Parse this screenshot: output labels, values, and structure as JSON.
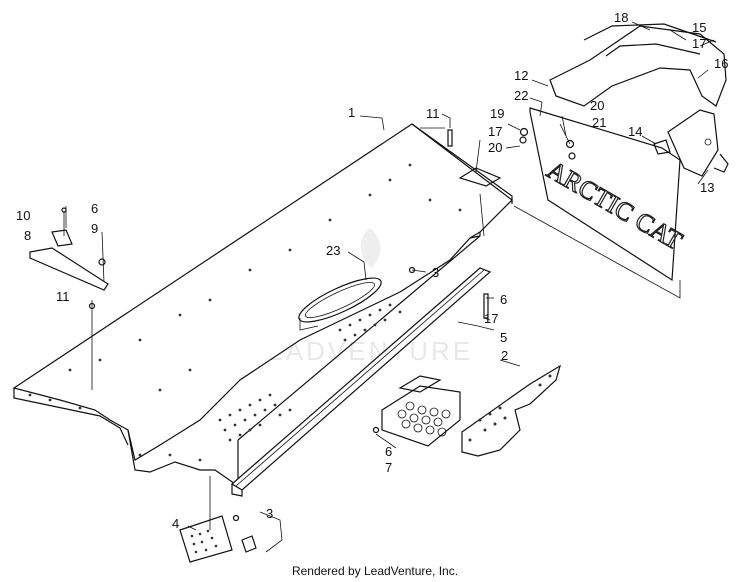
{
  "watermark": "LEADVENTURE",
  "footer": "Rendered by LeadVenture, Inc.",
  "logo_text": "ARCTIC CAT",
  "callouts": {
    "c1": "1",
    "c2": "2",
    "c3a": "3",
    "c3b": "3",
    "c4": "4",
    "c5": "5",
    "c6a": "6",
    "c6b": "6",
    "c6c": "6",
    "c7": "7",
    "c8": "8",
    "c9": "9",
    "c10": "10",
    "c11a": "11",
    "c11b": "11",
    "c12": "12",
    "c13": "13",
    "c14": "14",
    "c15": "15",
    "c16": "16",
    "c17a": "17",
    "c17b": "17",
    "c17c": "17",
    "c18": "18",
    "c19": "19",
    "c20a": "20",
    "c20b": "20",
    "c21": "21",
    "c22": "22",
    "c23": "23"
  }
}
